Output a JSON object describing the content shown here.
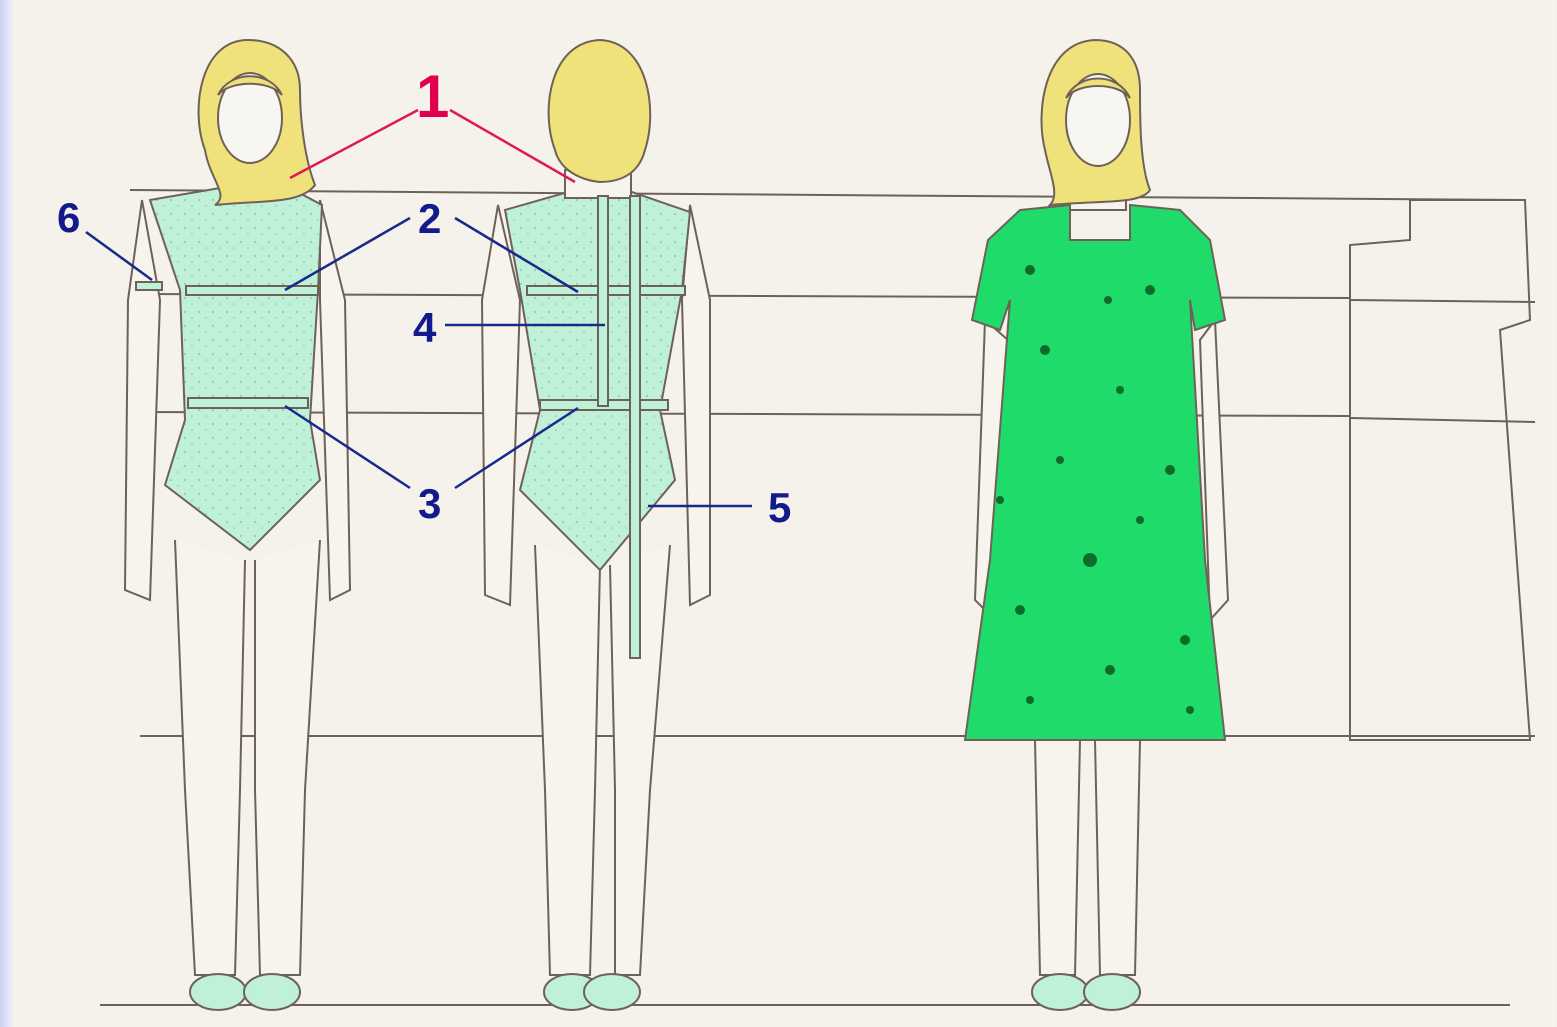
{
  "labels": {
    "l1": "1",
    "l2": "2",
    "l3": "3",
    "l4": "4",
    "l5": "5",
    "l6": "6"
  },
  "colors": {
    "background": "#f4f2ea",
    "outline": "#6e6258",
    "hair": "#f0e27a",
    "leotard": "#bff0d8",
    "dress": "#1fdc6a",
    "label_red": "#e0004f",
    "label_blue": "#121a8c",
    "leader_red": "#e0185a",
    "leader_blue": "#1a2a8a"
  },
  "figures": [
    {
      "name": "front-view",
      "garment": "leotard-with-measuring-tapes"
    },
    {
      "name": "back-view",
      "garment": "leotard-with-measuring-tapes"
    },
    {
      "name": "dress-view",
      "garment": "printed-dress"
    }
  ]
}
